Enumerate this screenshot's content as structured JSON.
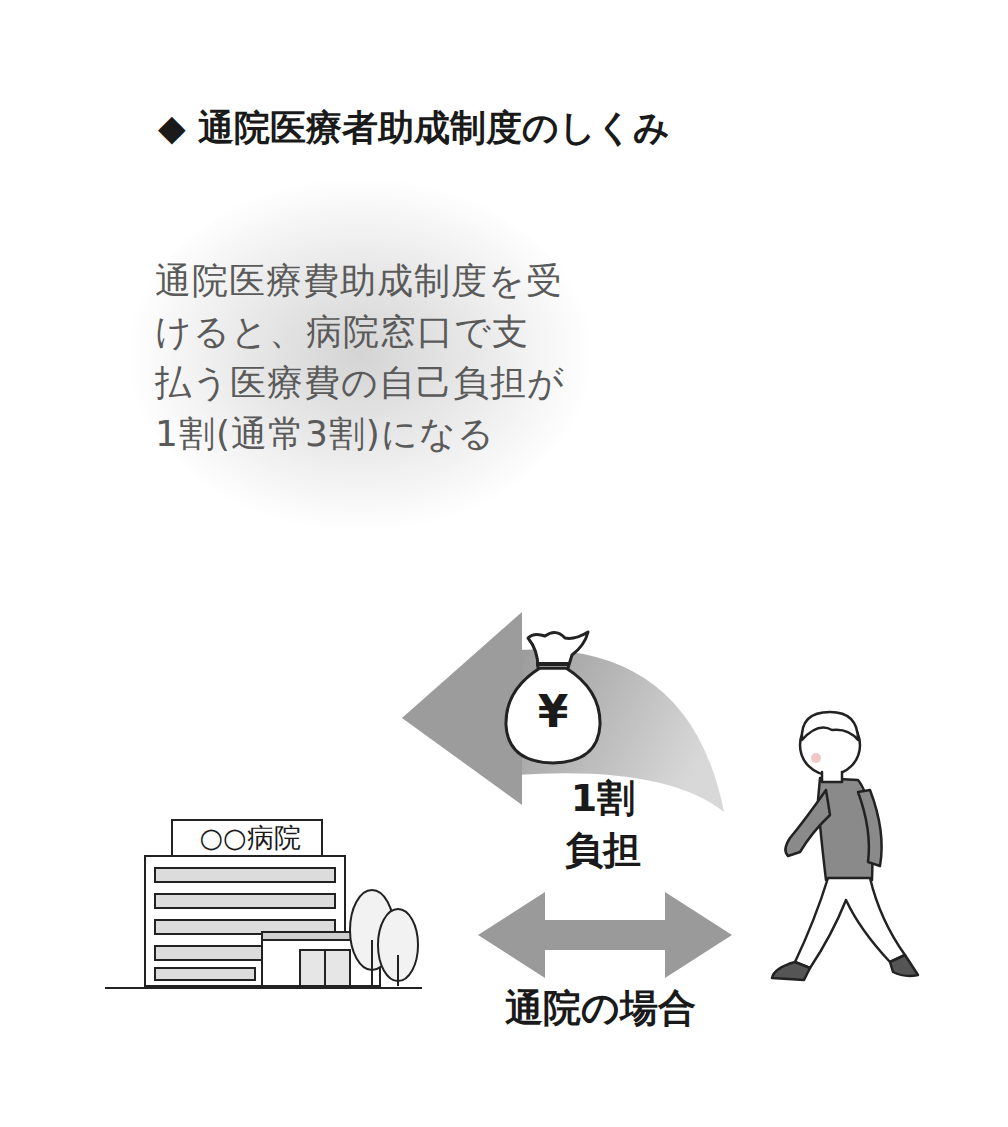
{
  "diagram": {
    "title": "◆ 通院医療者助成制度のしくみ",
    "nodes": [
      {
        "text": [
          "通院医療費助成制度を受けると、病院窓口で支払う医療費の自己負担が1割(通常3割)になる"
        ]
      }
    ],
    "labels": [
      "○○病院",
      "¥",
      "1割 負担",
      "通院の場合"
    ]
  }
}
